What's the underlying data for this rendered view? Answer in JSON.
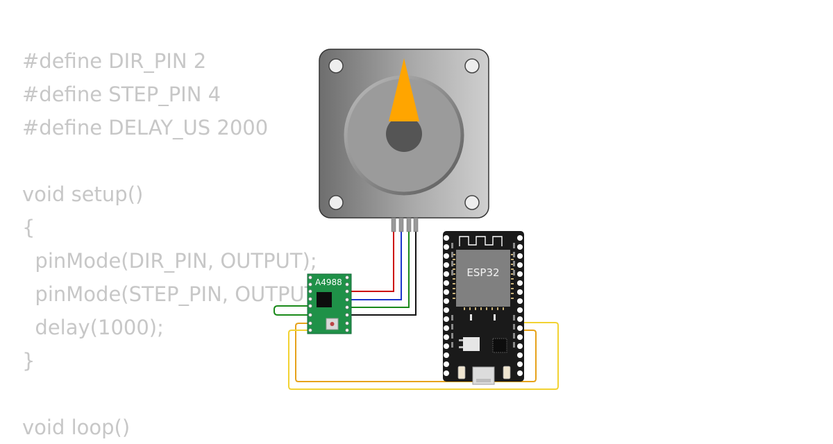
{
  "code_lines": [
    "#define DIR_PIN 2",
    "#define STEP_PIN 4",
    "#define DELAY_US 2000",
    "",
    "void setup()",
    "{",
    "  pinMode(DIR_PIN, OUTPUT);",
    "  pinMode(STEP_PIN, OUTPUT);",
    "  delay(1000);",
    "}",
    "",
    "void loop()"
  ],
  "components": {
    "driver_label": "A4988",
    "mcu_label": "ESP32"
  },
  "colors": {
    "code_text": "#c7c7c7",
    "motor_body": "#8f8f8f",
    "motor_pointer": "#ffa500",
    "driver_board": "#1f9148",
    "mcu_board": "#1a1a1a",
    "mcu_chip": "#808080",
    "wire_red": "#cc0000",
    "wire_blue": "#1a35cc",
    "wire_green": "#1a8a1a",
    "wire_black": "#111111",
    "wire_orange": "#e6a21a",
    "wire_yellow": "#f2d232"
  }
}
